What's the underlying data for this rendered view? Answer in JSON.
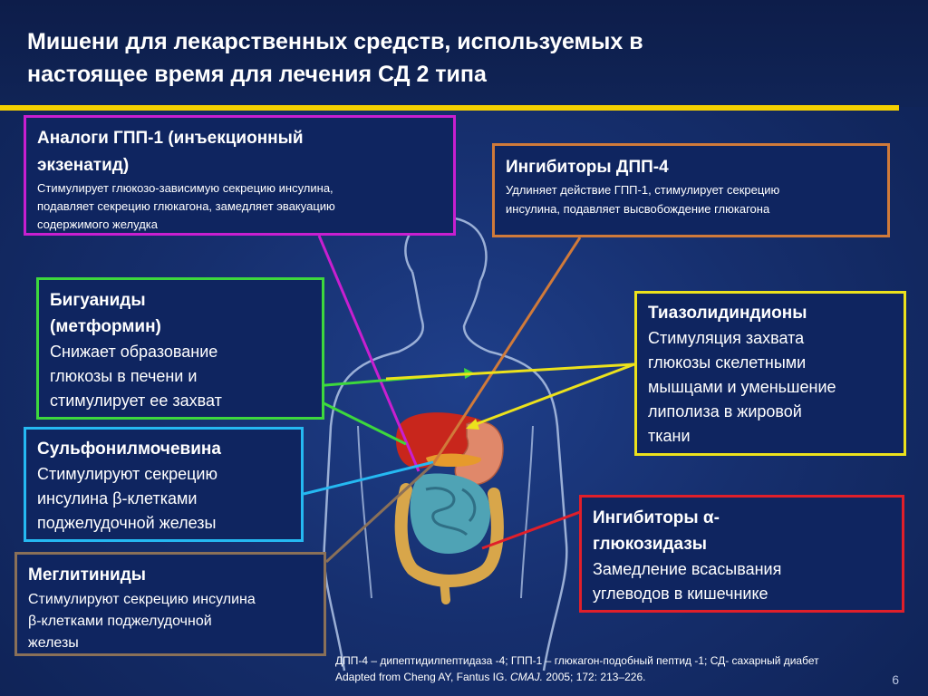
{
  "title": {
    "line1": "Мишени для лекарственных средств, используемых в",
    "line2": "настоящее время для лечения СД 2 типа"
  },
  "boxes": {
    "glp1": {
      "heading_line1": " Аналоги ГПП-1 (инъекционный",
      "heading_line2": "экзенатид)",
      "desc_line1": "Стимулирует глюкозо-зависимую секрецию инсулина,",
      "desc_line2": "подавляет секрецию глюкагона, замедляет эвакуацию",
      "desc_line3": "содержимого желудка",
      "color": "#c81fd0"
    },
    "dpp4": {
      "heading": "Ингибиторы ДПП-4",
      "desc_line1": "Удлиняет действие ГПП-1, стимулирует секрецию",
      "desc_line2": "инсулина, подавляет высвобождение глюкагона",
      "color": "#d07a3a"
    },
    "biguanides": {
      "heading_line1": "Бигуаниды",
      "heading_line2": "(метформин)",
      "desc_line1": "Снижает образование",
      "desc_line2": "глюкозы в печени и",
      "desc_line3": "стимулирует ее захват",
      "color": "#3dd83d"
    },
    "tzd": {
      "heading": "Тиазолидиндионы",
      "desc_line1": "Стимуляция захвата",
      "desc_line2": "глюкозы скелетными",
      "desc_line3": "мышцами и уменьшение",
      "desc_line4": "липолиза в жировой",
      "desc_line5": "ткани",
      "color": "#ece21c"
    },
    "sulfonylurea": {
      "heading": "Сульфонилмочевина",
      "desc_line1": "Стимулируют секрецию",
      "desc_line2": "инсулина β-клетками",
      "desc_line3": "поджелудочной железы",
      "color": "#25b9f2"
    },
    "meglitinides": {
      "heading": "Меглитиниды",
      "desc_line1": "Стимулируют секрецию инсулина",
      "desc_line2": "β-клетками поджелудочной",
      "desc_line3": "железы",
      "color": "#8a7058"
    },
    "alpha_glucosidase": {
      "heading_line1": "Ингибиторы α-",
      "heading_line2": "глюкозидазы",
      "desc_line1": "Замедление всасывания",
      "desc_line2": "углеводов в кишечнике",
      "color": "#e01f2a"
    }
  },
  "footer": {
    "abbreviations": "ДПП-4 – дипептидилпептидаза -4; ГПП-1 – глюкагон-подобный пептид -1; СД- сахарный диабет",
    "ref_prefix": "Adapted from Cheng AY, Fantus IG. ",
    "ref_journal": "CMAJ.",
    "ref_suffix": " 2005; 172: 213–226."
  },
  "page_number": "6",
  "colors": {
    "background": "#162f6e",
    "accent_line": "#f4d000",
    "body_outline": "#a9bde0"
  }
}
